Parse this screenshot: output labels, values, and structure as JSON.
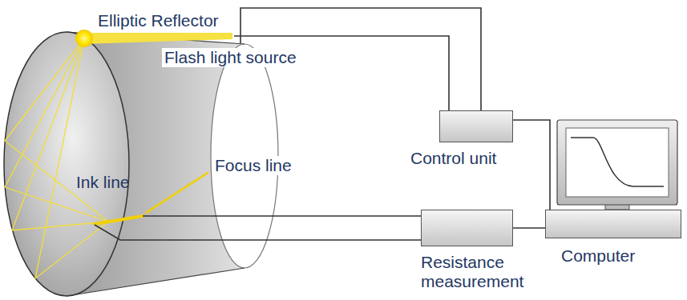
{
  "diagram": {
    "nodes": [
      {
        "text": [
          "Elliptic Reflector",
          "Flash light source",
          "Ink line",
          "Focus line"
        ]
      },
      {
        "text": [
          "Control unit"
        ]
      },
      {
        "text": [
          "Resistance measurement"
        ]
      },
      {
        "text": [
          "Computer"
        ]
      }
    ],
    "edges": [
      {
        "from": 0,
        "to": 1,
        "arrow": "none"
      },
      {
        "from": 0,
        "to": 1,
        "arrow": "none"
      },
      {
        "from": 1,
        "to": 3,
        "arrow": "none"
      },
      {
        "from": 0,
        "to": 2,
        "arrow": "none"
      },
      {
        "from": 0,
        "to": 2,
        "arrow": "none"
      },
      {
        "from": 2,
        "to": 3,
        "arrow": "none"
      }
    ]
  }
}
